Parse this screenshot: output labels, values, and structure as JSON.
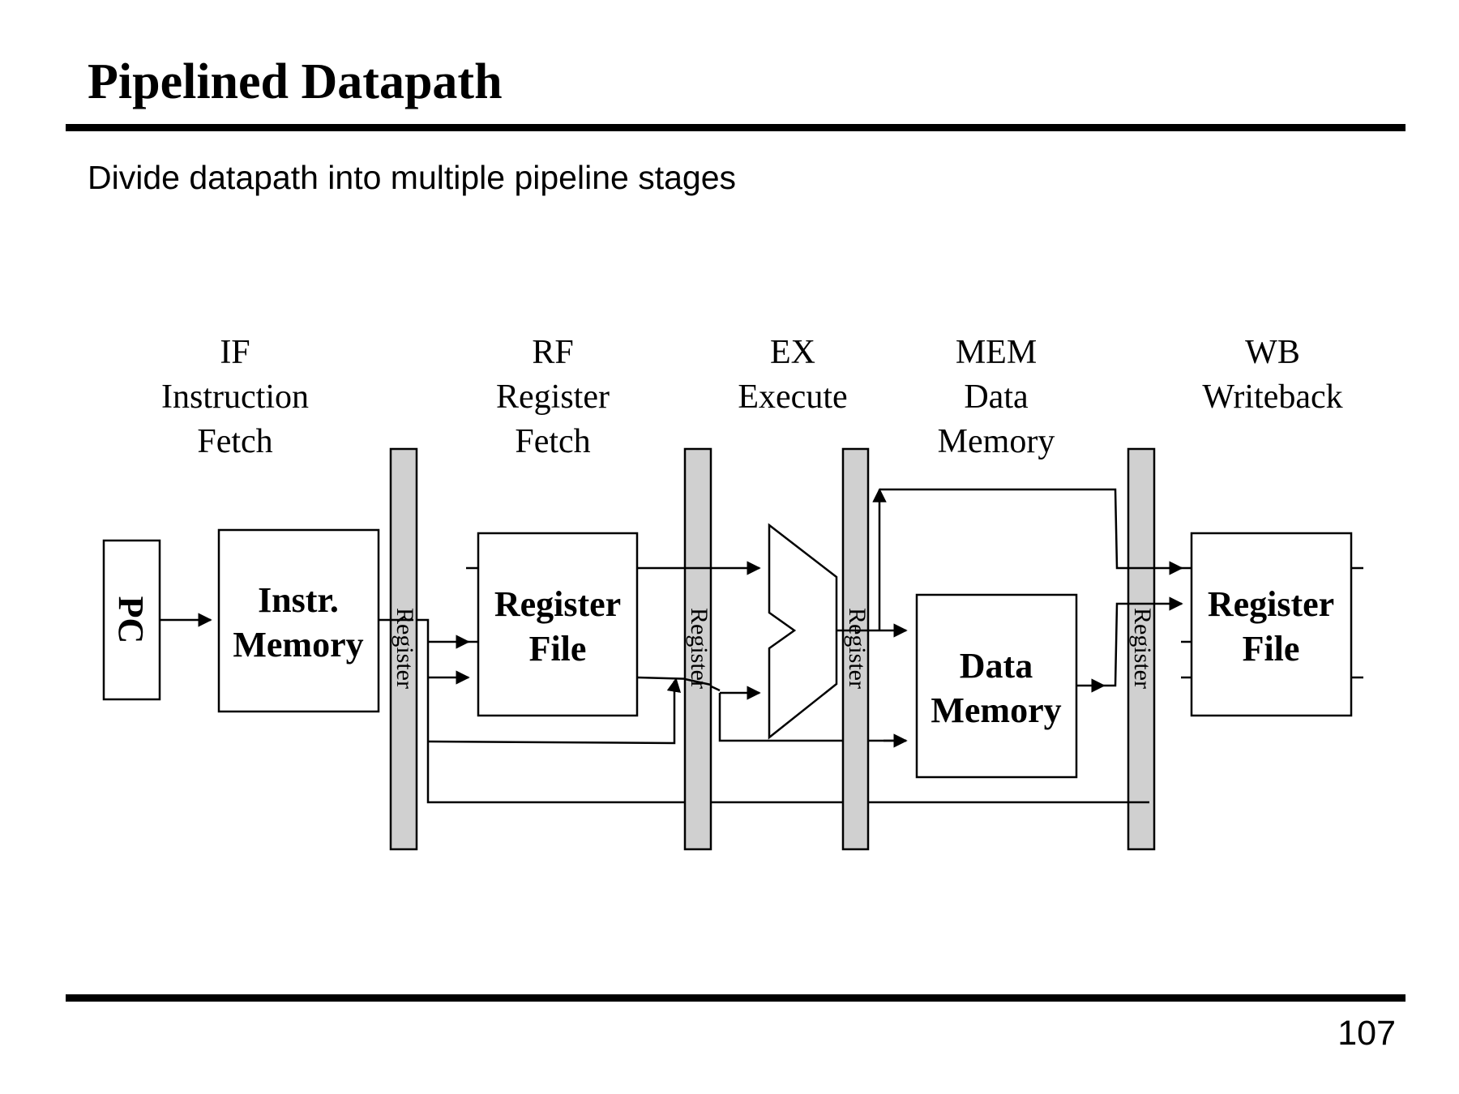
{
  "slide": {
    "title": "Pipelined Datapath",
    "subtitle": "Divide datapath into multiple pipeline stages",
    "page_number": "107"
  },
  "stages": [
    {
      "abbr": "IF",
      "name_lines": [
        "Instruction",
        "Fetch"
      ]
    },
    {
      "abbr": "RF",
      "name_lines": [
        "Register",
        "Fetch"
      ]
    },
    {
      "abbr": "EX",
      "name_lines": [
        "Execute"
      ]
    },
    {
      "abbr": "MEM",
      "name_lines": [
        "Data",
        "Memory"
      ]
    },
    {
      "abbr": "WB",
      "name_lines": [
        "Writeback"
      ]
    }
  ],
  "blocks": {
    "pc": "PC",
    "instr_memory": [
      "Instr.",
      "Memory"
    ],
    "register_file_read": [
      "Register",
      "File"
    ],
    "data_memory": [
      "Data",
      "Memory"
    ],
    "register_file_write": [
      "Register",
      "File"
    ]
  },
  "pipeline_register_label": "Register"
}
